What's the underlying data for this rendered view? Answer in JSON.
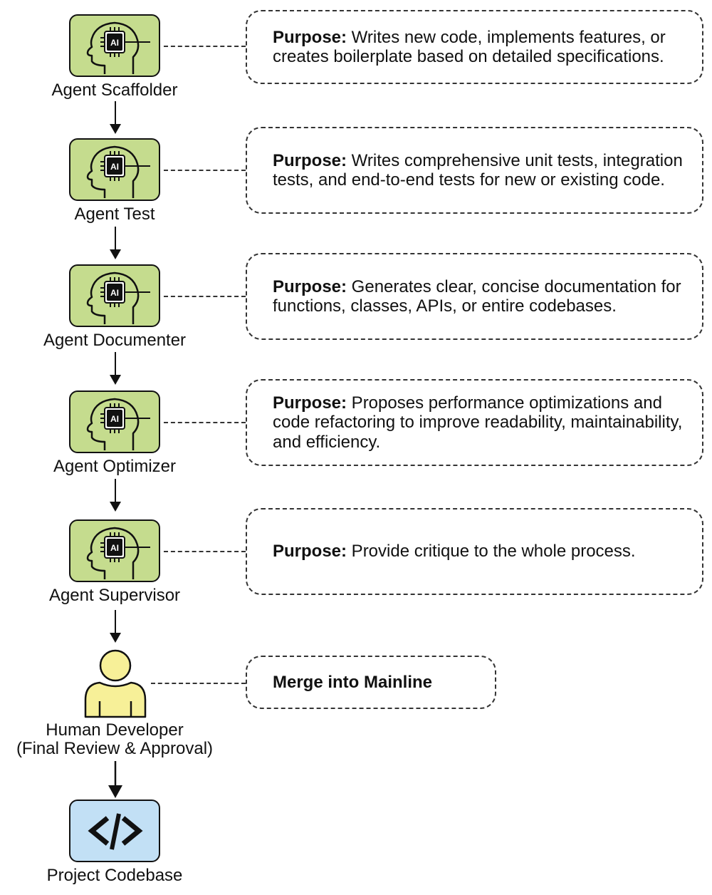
{
  "agents": [
    {
      "name": "Agent Scaffolder",
      "purpose_label": "Purpose:",
      "purpose": " Writes new code, implements features, or creates boilerplate based on detailed specifications.",
      "icon": "ai-head-icon",
      "chip": "AI"
    },
    {
      "name": "Agent Test",
      "purpose_label": "Purpose:",
      "purpose": " Writes comprehensive unit tests, integration tests, and end-to-end tests for new or existing code.",
      "icon": "ai-head-icon",
      "chip": "AI"
    },
    {
      "name": "Agent Documenter",
      "purpose_label": "Purpose:",
      "purpose": " Generates clear, concise documentation for functions, classes, APIs, or entire codebases.",
      "icon": "ai-head-icon",
      "chip": "AI"
    },
    {
      "name": "Agent Optimizer",
      "purpose_label": "Purpose:",
      "purpose": " Proposes performance optimizations and code refactoring to improve readability, maintainability, and efficiency.",
      "icon": "ai-head-icon",
      "chip": "AI"
    },
    {
      "name": "Agent Supervisor",
      "purpose_label": "Purpose:",
      "purpose": " Provide critique to the whole process.",
      "icon": "ai-head-icon",
      "chip": "AI"
    }
  ],
  "human": {
    "line1": "Human Developer",
    "line2": "(Final Review & Approval)",
    "note": "Merge into Mainline",
    "icon": "person-icon"
  },
  "codebase": {
    "label": "Project Codebase",
    "icon": "code-brackets-icon",
    "glyph": "</>"
  },
  "colors": {
    "agent_fill": "#c5dc8e",
    "human_fill": "#f7f098",
    "codebase_fill": "#c2e0f5",
    "stroke": "#111111"
  }
}
